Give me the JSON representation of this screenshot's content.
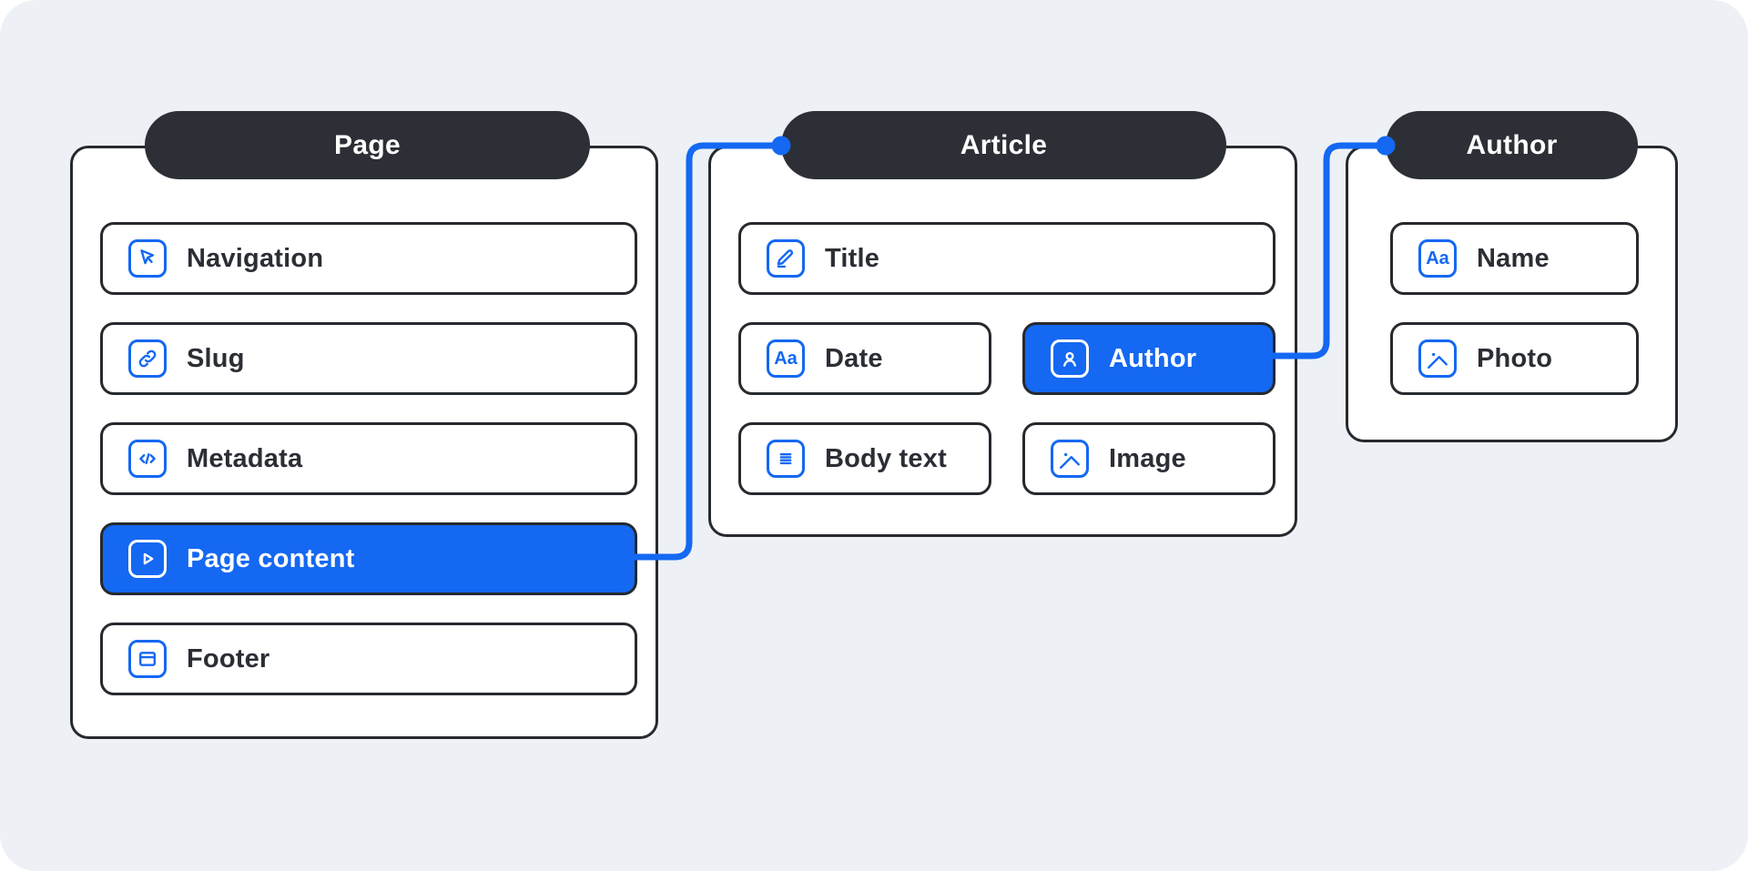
{
  "diagram": {
    "colors": {
      "background": "#edf1f6",
      "accent": "#1468f2",
      "pill_dark": "#2c2f35",
      "border_dark": "#26292e",
      "text_dark": "#2b2e35",
      "card_white": "#ffffff"
    },
    "icon_glyphs": {
      "text_style": "Aa"
    },
    "cards": [
      {
        "id": "page",
        "title": "Page",
        "items": [
          {
            "label": "Navigation",
            "icon": "cursor-icon",
            "selected": false
          },
          {
            "label": "Slug",
            "icon": "link-icon",
            "selected": false
          },
          {
            "label": "Metadata",
            "icon": "code-icon",
            "selected": false
          },
          {
            "label": "Page content",
            "icon": "play-icon",
            "selected": true
          },
          {
            "label": "Footer",
            "icon": "window-icon",
            "selected": false
          }
        ]
      },
      {
        "id": "article",
        "title": "Article",
        "items": [
          {
            "label": "Title",
            "icon": "pencil-icon",
            "selected": false
          },
          {
            "label": "Date",
            "icon": "text-style-icon",
            "selected": false
          },
          {
            "label": "Author",
            "icon": "person-icon",
            "selected": true
          },
          {
            "label": "Body text",
            "icon": "text-lines-icon",
            "selected": false
          },
          {
            "label": "Image",
            "icon": "image-icon",
            "selected": false
          }
        ]
      },
      {
        "id": "author",
        "title": "Author",
        "items": [
          {
            "label": "Name",
            "icon": "text-style-icon",
            "selected": false
          },
          {
            "label": "Photo",
            "icon": "image-icon",
            "selected": false
          }
        ]
      }
    ],
    "connections": [
      {
        "from": "Page content",
        "to": "Article"
      },
      {
        "from": "Author",
        "to": "Author"
      }
    ]
  }
}
